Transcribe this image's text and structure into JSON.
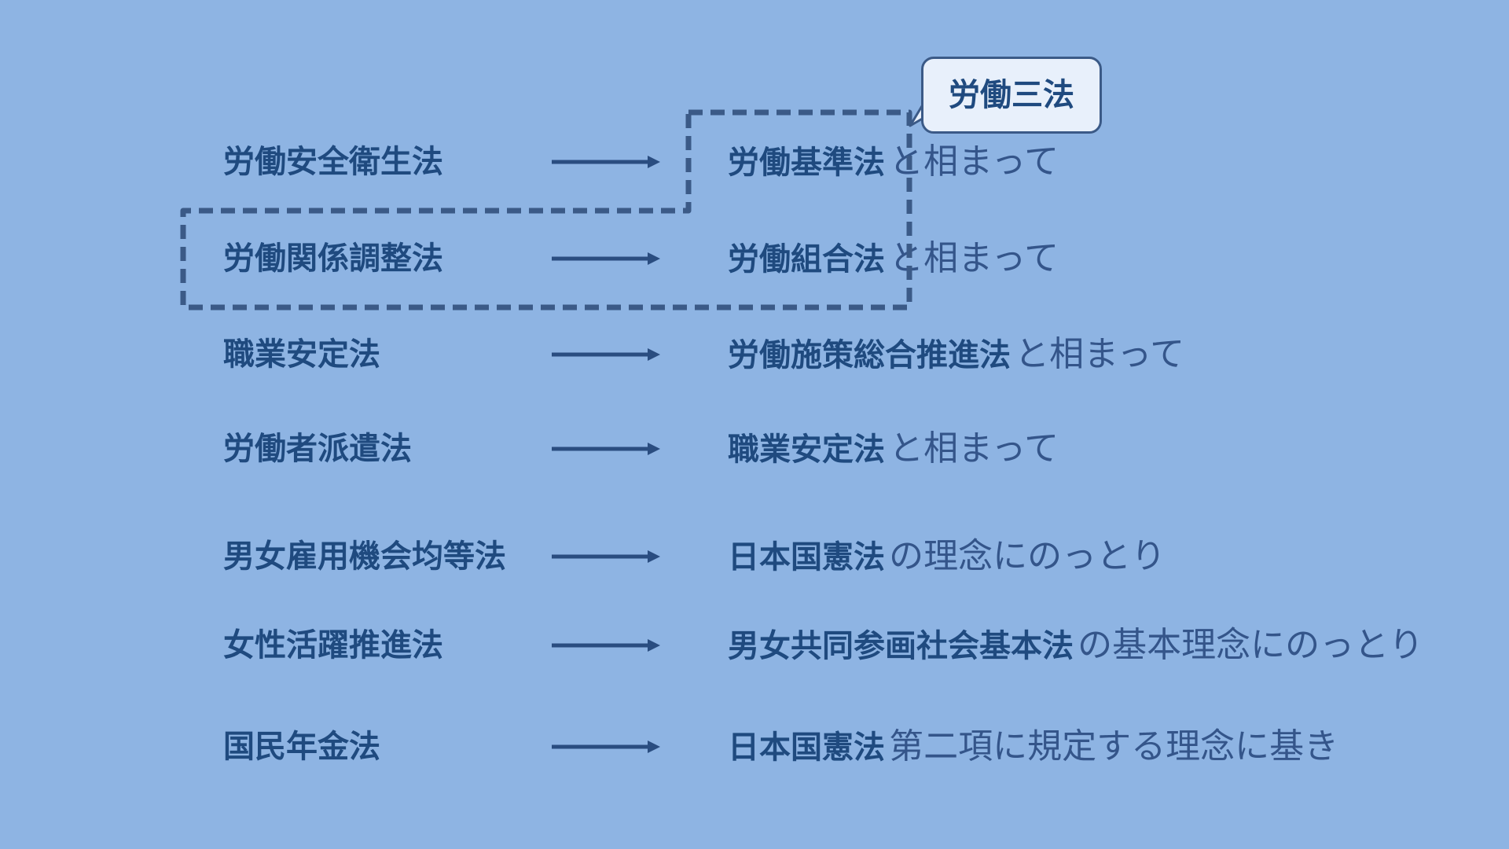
{
  "callout": {
    "label": "労働三法"
  },
  "rows": [
    {
      "left_law": "労働安全衛生法",
      "target_law": "労働基準法",
      "phrase": "と相まって"
    },
    {
      "left_law": "労働関係調整法",
      "target_law": "労働組合法",
      "phrase": "と相まって"
    },
    {
      "left_law": "職業安定法",
      "target_law": "労働施策総合推進法",
      "phrase": "と相まって"
    },
    {
      "left_law": "労働者派遣法",
      "target_law": "職業安定法",
      "phrase": "と相まって"
    },
    {
      "left_law": "男女雇用機会均等法",
      "target_law": "日本国憲法",
      "phrase": "の理念にのっとり"
    },
    {
      "left_law": "女性活躍推進法",
      "target_law": "男女共同参画社会基本法",
      "phrase": "の基本理念にのっとり"
    },
    {
      "left_law": "国民年金法",
      "target_law": "日本国憲法",
      "phrase": "第二項に規定する理念に基き"
    }
  ],
  "colors": {
    "background": "#8eb4e3",
    "text": "#1f4a7f",
    "arrow": "#2a4d80",
    "dash": "#3b5a87",
    "callout_fill": "#e8f0fb"
  }
}
